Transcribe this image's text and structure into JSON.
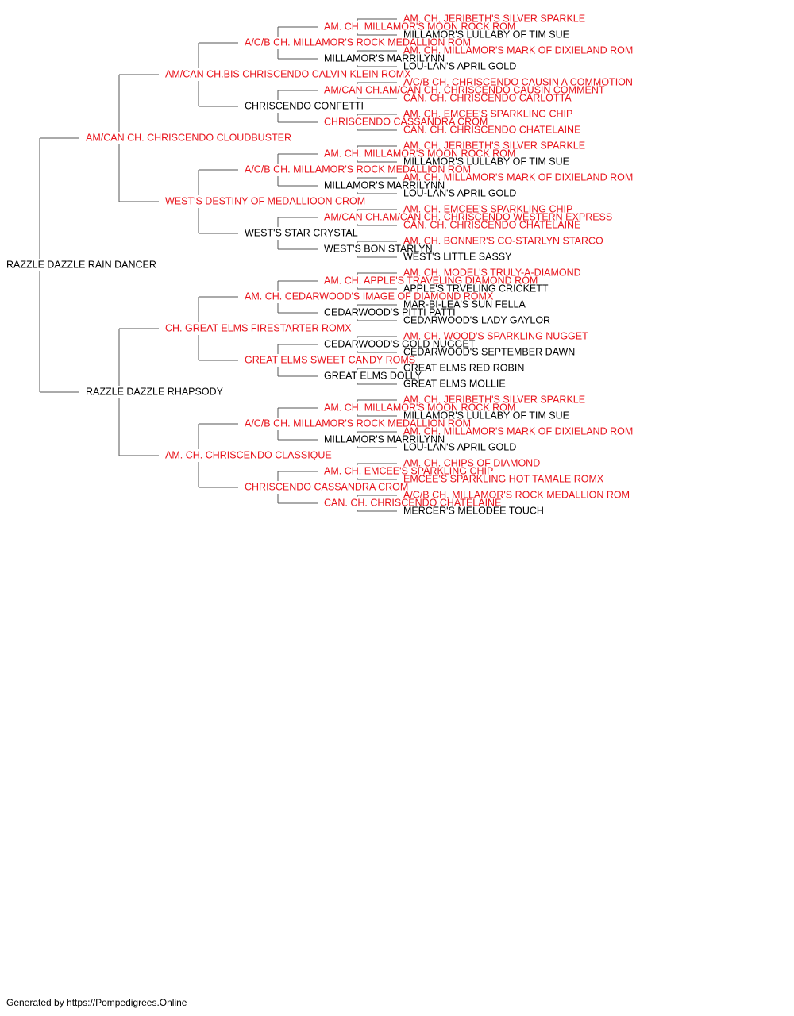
{
  "colors": {
    "champion": "#e8141c",
    "normal": "#000000",
    "line": "#555555"
  },
  "footer": "Generated by https://Pompedigrees.Online",
  "pedigree": {
    "name": "RAZZLE DAZZLE RAIN DANCER",
    "champion": false,
    "sire": {
      "name": "AM/CAN CH. CHRISCENDO CLOUDBUSTER",
      "champion": true,
      "sire": {
        "name": "AM/CAN CH.BIS CHRISCENDO CALVIN KLEIN ROMX",
        "champion": true,
        "sire": {
          "name": "A/C/B CH. MILLAMOR'S ROCK MEDALLION ROM",
          "champion": true,
          "sire": {
            "name": "AM. CH. MILLAMOR'S MOON ROCK ROM",
            "champion": true,
            "sire": {
              "name": "AM. CH. JERIBETH'S SILVER SPARKLE",
              "champion": true
            },
            "dam": {
              "name": "MILLAMOR'S LULLABY OF TIM SUE",
              "champion": false
            }
          },
          "dam": {
            "name": "MILLAMOR'S MARRILYNN",
            "champion": false,
            "sire": {
              "name": "AM. CH. MILLAMOR'S MARK OF DIXIELAND ROM",
              "champion": true
            },
            "dam": {
              "name": "LOU-LAN'S APRIL GOLD",
              "champion": false
            }
          }
        },
        "dam": {
          "name": "CHRISCENDO CONFETTI",
          "champion": false,
          "sire": {
            "name": "AM/CAN CH.AM/CAN CH. CHRISCENDO CAUSIN COMMENT",
            "champion": true,
            "sire": {
              "name": "A/C/B CH. CHRISCENDO CAUSIN A COMMOTION",
              "champion": true
            },
            "dam": {
              "name": "CAN. CH. CHRISCENDO CARLOTTA",
              "champion": true
            }
          },
          "dam": {
            "name": "CHRISCENDO CASSANDRA CROM",
            "champion": true,
            "sire": {
              "name": "AM. CH. EMCEE'S SPARKLING CHIP",
              "champion": true
            },
            "dam": {
              "name": "CAN. CH. CHRISCENDO CHATELAINE",
              "champion": true
            }
          }
        }
      },
      "dam": {
        "name": "WEST'S DESTINY OF MEDALLIOON CROM",
        "champion": true,
        "sire": {
          "name": "A/C/B CH. MILLAMOR'S ROCK MEDALLION ROM",
          "champion": true,
          "sire": {
            "name": "AM. CH. MILLAMOR'S MOON ROCK ROM",
            "champion": true,
            "sire": {
              "name": "AM. CH. JERIBETH'S SILVER SPARKLE",
              "champion": true
            },
            "dam": {
              "name": "MILLAMOR'S LULLABY OF TIM SUE",
              "champion": false
            }
          },
          "dam": {
            "name": "MILLAMOR'S MARRILYNN",
            "champion": false,
            "sire": {
              "name": "AM. CH. MILLAMOR'S MARK OF DIXIELAND ROM",
              "champion": true
            },
            "dam": {
              "name": "LOU-LAN'S APRIL GOLD",
              "champion": false
            }
          }
        },
        "dam": {
          "name": "WEST'S STAR CRYSTAL",
          "champion": false,
          "sire": {
            "name": "AM/CAN CH.AM/CAN CH. CHRISCENDO WESTERN EXPRESS",
            "champion": true,
            "sire": {
              "name": "AM. CH. EMCEE'S SPARKLING CHIP",
              "champion": true
            },
            "dam": {
              "name": "CAN. CH. CHRISCENDO CHATELAINE",
              "champion": true
            }
          },
          "dam": {
            "name": "WEST'S BON STARLYN",
            "champion": false,
            "sire": {
              "name": "AM. CH. BONNER'S CO-STARLYN STARCO",
              "champion": true
            },
            "dam": {
              "name": "WEST'S LITTLE SASSY",
              "champion": false
            }
          }
        }
      }
    },
    "dam": {
      "name": "RAZZLE DAZZLE RHAPSODY",
      "champion": false,
      "sire": {
        "name": "CH. GREAT ELMS FIRESTARTER ROMX",
        "champion": true,
        "sire": {
          "name": "AM. CH. CEDARWOOD'S IMAGE OF DIAMOND ROMX",
          "champion": true,
          "sire": {
            "name": "AM. CH. APPLE'S TRAVELING DIAMOND ROM",
            "champion": true,
            "sire": {
              "name": "AM. CH. MODEL'S TRULY-A-DIAMOND",
              "champion": true
            },
            "dam": {
              "name": "APPLE'S TRVELING CRICKETT",
              "champion": false
            }
          },
          "dam": {
            "name": "CEDARWOOD'S PITTI PATTI",
            "champion": false,
            "sire": {
              "name": "MAR-BI-LEA'S SUN FELLA",
              "champion": false
            },
            "dam": {
              "name": "CEDARWOOD'S LADY GAYLOR",
              "champion": false
            }
          }
        },
        "dam": {
          "name": "GREAT ELMS SWEET CANDY ROMS",
          "champion": true,
          "sire": {
            "name": "CEDARWOOD'S GOLD NUGGET",
            "champion": false,
            "sire": {
              "name": "AM. CH. WOOD'S SPARKLING NUGGET",
              "champion": true
            },
            "dam": {
              "name": "CEDARWOOD'S SEPTEMBER DAWN",
              "champion": false
            }
          },
          "dam": {
            "name": "GREAT ELMS DOLLY",
            "champion": false,
            "sire": {
              "name": "GREAT ELMS RED ROBIN",
              "champion": false
            },
            "dam": {
              "name": "GREAT ELMS MOLLIE",
              "champion": false
            }
          }
        }
      },
      "dam": {
        "name": "AM. CH. CHRISCENDO CLASSIQUE",
        "champion": true,
        "sire": {
          "name": "A/C/B CH. MILLAMOR'S ROCK MEDALLION ROM",
          "champion": true,
          "sire": {
            "name": "AM. CH. MILLAMOR'S MOON ROCK ROM",
            "champion": true,
            "sire": {
              "name": "AM. CH. JERIBETH'S SILVER SPARKLE",
              "champion": true
            },
            "dam": {
              "name": "MILLAMOR'S LULLABY OF TIM SUE",
              "champion": false
            }
          },
          "dam": {
            "name": "MILLAMOR'S MARRILYNN",
            "champion": false,
            "sire": {
              "name": "AM. CH. MILLAMOR'S MARK OF DIXIELAND ROM",
              "champion": true
            },
            "dam": {
              "name": "LOU-LAN'S APRIL GOLD",
              "champion": false
            }
          }
        },
        "dam": {
          "name": "CHRISCENDO CASSANDRA CROM",
          "champion": true,
          "sire": {
            "name": "AM. CH. EMCEE'S SPARKLING CHIP",
            "champion": true,
            "sire": {
              "name": "AM. CH. CHIPS OF DIAMOND",
              "champion": true
            },
            "dam": {
              "name": "EMCEE'S SPARKLING HOT TAMALE ROMX",
              "champion": true
            }
          },
          "dam": {
            "name": "CAN. CH. CHRISCENDO CHATELAINE",
            "champion": true,
            "sire": {
              "name": "A/C/B CH. MILLAMOR'S ROCK MEDALLION ROM",
              "champion": true
            },
            "dam": {
              "name": "MERCER'S MELODEE TOUCH",
              "champion": false
            }
          }
        }
      }
    }
  }
}
